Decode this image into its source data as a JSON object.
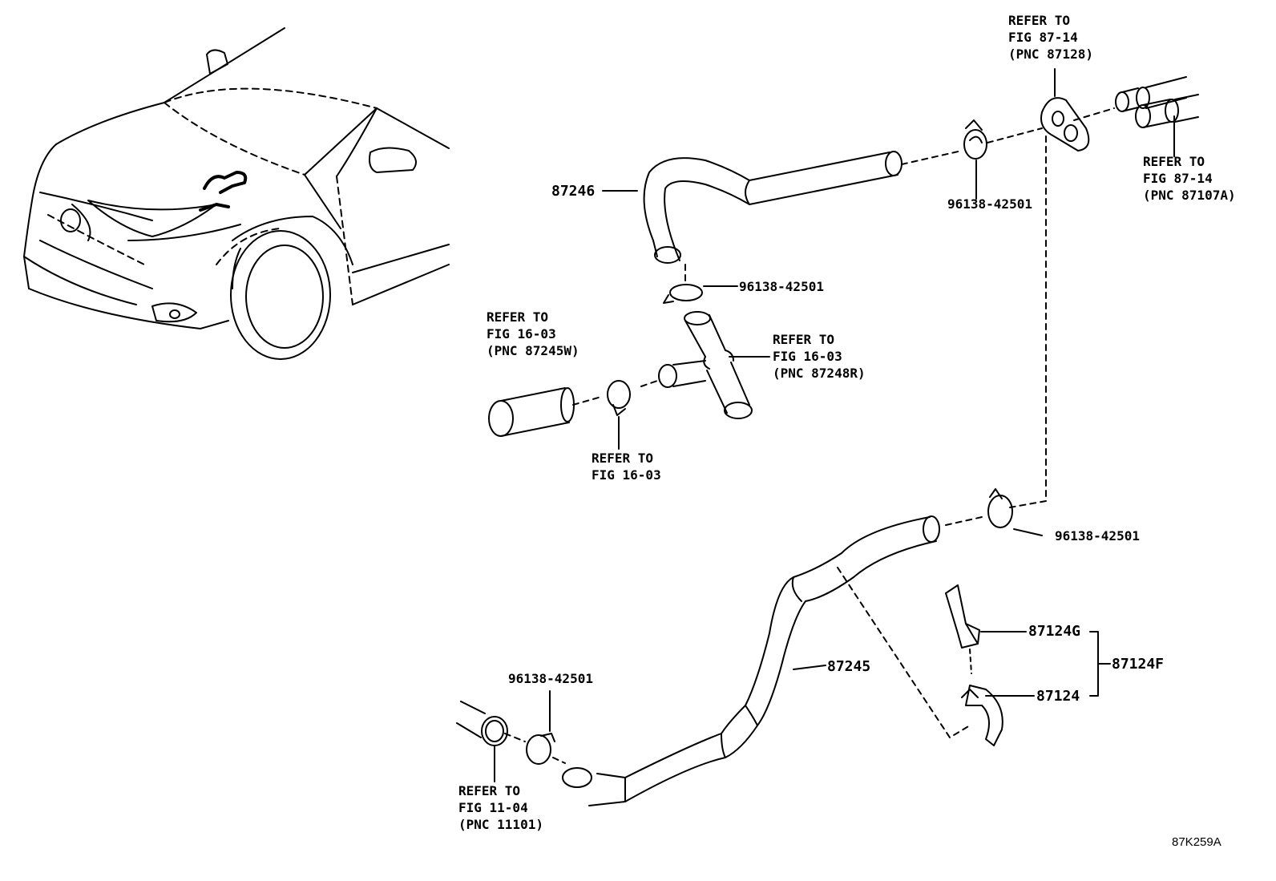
{
  "figure_id": "87K259A",
  "labels": {
    "ref_87128": [
      "REFER TO",
      "FIG 87-14",
      "(PNC 87128)"
    ],
    "ref_87107a": [
      "REFER TO",
      "FIG 87-14",
      "(PNC 87107A)"
    ],
    "ref_87245w": [
      "REFER TO",
      "FIG 16-03",
      "(PNC 87245W)"
    ],
    "ref_87248r": [
      "REFER TO",
      "FIG 16-03",
      "(PNC 87248R)"
    ],
    "ref_1603_clamp": [
      "REFER TO",
      "FIG 16-03"
    ],
    "ref_11101": [
      "REFER TO",
      "FIG 11-04",
      "(PNC 11101)"
    ]
  },
  "parts": {
    "hose_upper": "87246",
    "hose_lower": "87245",
    "clamp_top_right": "96138-42501",
    "clamp_upper_mid": "96138-42501",
    "clamp_lower_right": "96138-42501",
    "clamp_lower_left": "96138-42501",
    "clamp_sub_a": "87124G",
    "clamp_sub_b": "87124",
    "clamp_assy": "87124F"
  },
  "colors": {
    "line": "#000000",
    "background": "#ffffff"
  }
}
